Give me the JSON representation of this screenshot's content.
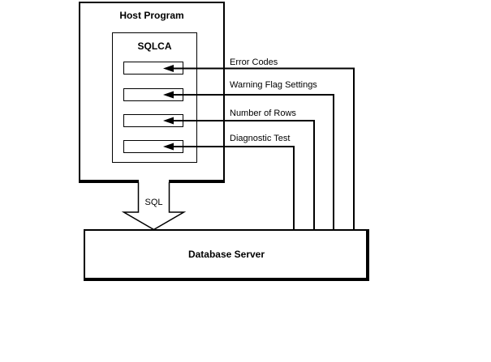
{
  "host_program": {
    "label": "Host Program"
  },
  "sqlca": {
    "label": "SQLCA"
  },
  "sqlca_fields": [
    {
      "label": "Error Codes"
    },
    {
      "label": "Warning Flag Settings"
    },
    {
      "label": "Number of Rows"
    },
    {
      "label": "Diagnostic Test"
    }
  ],
  "sql_flow": {
    "label": "SQL",
    "direction": "down"
  },
  "database_server": {
    "label": "Database Server"
  },
  "colors": {
    "line": "#000000",
    "background": "#ffffff",
    "box_fill": "#ffffff"
  }
}
